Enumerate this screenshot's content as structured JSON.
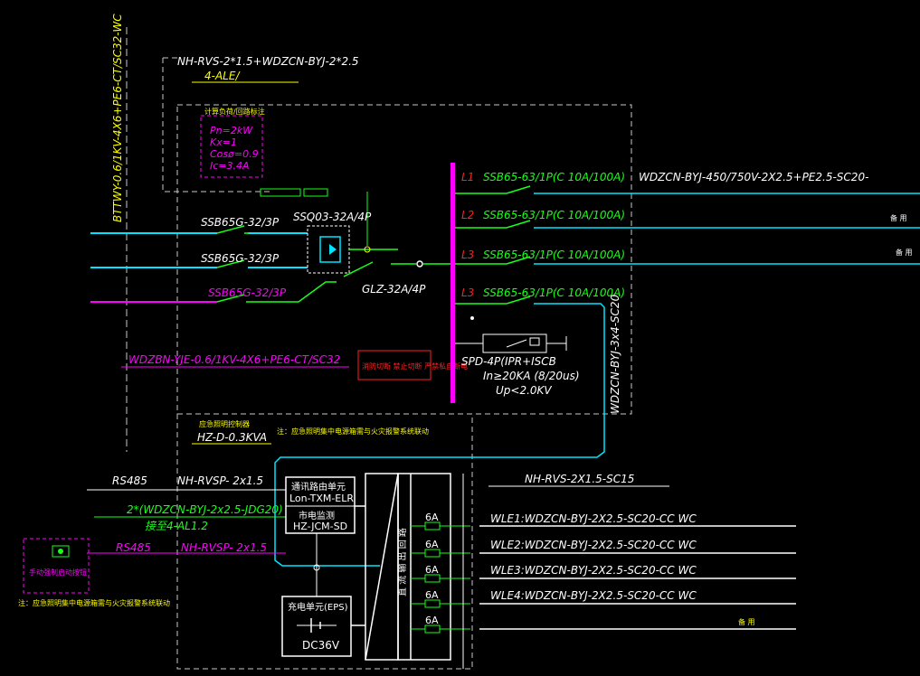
{
  "colors": {
    "background": "#000000",
    "white": "#ffffff",
    "cyan": "#00e5ff",
    "green": "#19ff19",
    "yellow": "#ffff00",
    "magenta": "#ff00ff",
    "red": "#ff2020",
    "gray": "#c8c8c8"
  },
  "labels": {
    "vertical_cable": "BTTWY-0.6/1KV-4X6+PE6-CT/SC32-WC",
    "top_cable": "NH-RVS-2*1.5+WDZCN-BYJ-2*2.5",
    "ale": "4-ALE/",
    "calc_title": "计算负荷/回路标注",
    "calc_pn": "Pn=2kW",
    "calc_kx": "Kx=1",
    "calc_cos": "Cosø=0.9",
    "calc_ic": "Ic=3.4A",
    "main_switch_1": "SSB65G-32/3P",
    "main_switch_2": "SSB65G-32/3P",
    "main_switch_3": "SSB65G-32/3P",
    "atse": "SSQ03-32A/4P",
    "isolator": "GLZ-32A/4P",
    "backup_cable": "WDZBN-YJE-0.6/1KV-4X6+PE6-CT/SC32",
    "warning": "消防切断 禁止切断 严禁私自断电",
    "phase_1": "L1",
    "phase_2": "L2",
    "phase_3": "L3",
    "phase_4": "L3",
    "breaker_1": "SSB65-63/1P(C 10A/100A)",
    "breaker_2": "SSB65-63/1P(C 10A/100A)",
    "breaker_3": "SSB65-63/1P(C 10A/100A)",
    "breaker_4": "SSB65-63/1P(C 10A/100A)",
    "circuit_cable_1": "WDZCN-BYJ-450/750V-2X2.5+PE2.5-SC20-",
    "spare_1": "备 用",
    "spare_2": "备 用",
    "spd_1": "SPD-4P(IPR+ISCB",
    "spd_2": "In≥20KA (8/20us)",
    "spd_3": "Up<2.0KV",
    "vertical_bus_cable": "WDZCN-BYJ-3x4-SC20",
    "hz_title": "应急照明控制器",
    "hz": "HZ-D-0.3KVA",
    "hz_note": "注：应急照明集中电源箱需与火灾报警系统联动",
    "rs485_1": "RS485",
    "rs485_1_cable": "NH-RVSP- 2x1.5",
    "rs485_2": "RS485",
    "rs485_2_cable": "NH-RVSP- 2x1.5",
    "fire_cable": "2*(WDZCN-BYJ-2x2.5-JDG20)",
    "fire_dest": "接至4-AL1.2",
    "comm_cn": "通讯路由单元",
    "comm_model": "Lon-TXM-ELR",
    "monitor_cn": "市电监测",
    "monitor_model": "HZ-JCM-SD",
    "charge_cn": "充电单元(EPS)",
    "battery": "DC36V",
    "distribution_cn": "直 流 输 出 回 路",
    "output_cable": "NH-RVS-2X1.5-SC15",
    "fuse": "6A",
    "wle_1": "WLE1:WDZCN-BYJ-2X2.5-SC20-CC WC",
    "wle_2": "WLE2:WDZCN-BYJ-2X2.5-SC20-CC WC",
    "wle_3": "WLE3:WDZCN-BYJ-2X2.5-SC20-CC WC",
    "wle_4": "WLE4:WDZCN-BYJ-2X2.5-SC20-CC WC",
    "spare_3": "备 用",
    "manual_button": "手动强制启动按钮",
    "manual_note": "注：应急照明集中电源箱需与火灾报警系统联动"
  }
}
